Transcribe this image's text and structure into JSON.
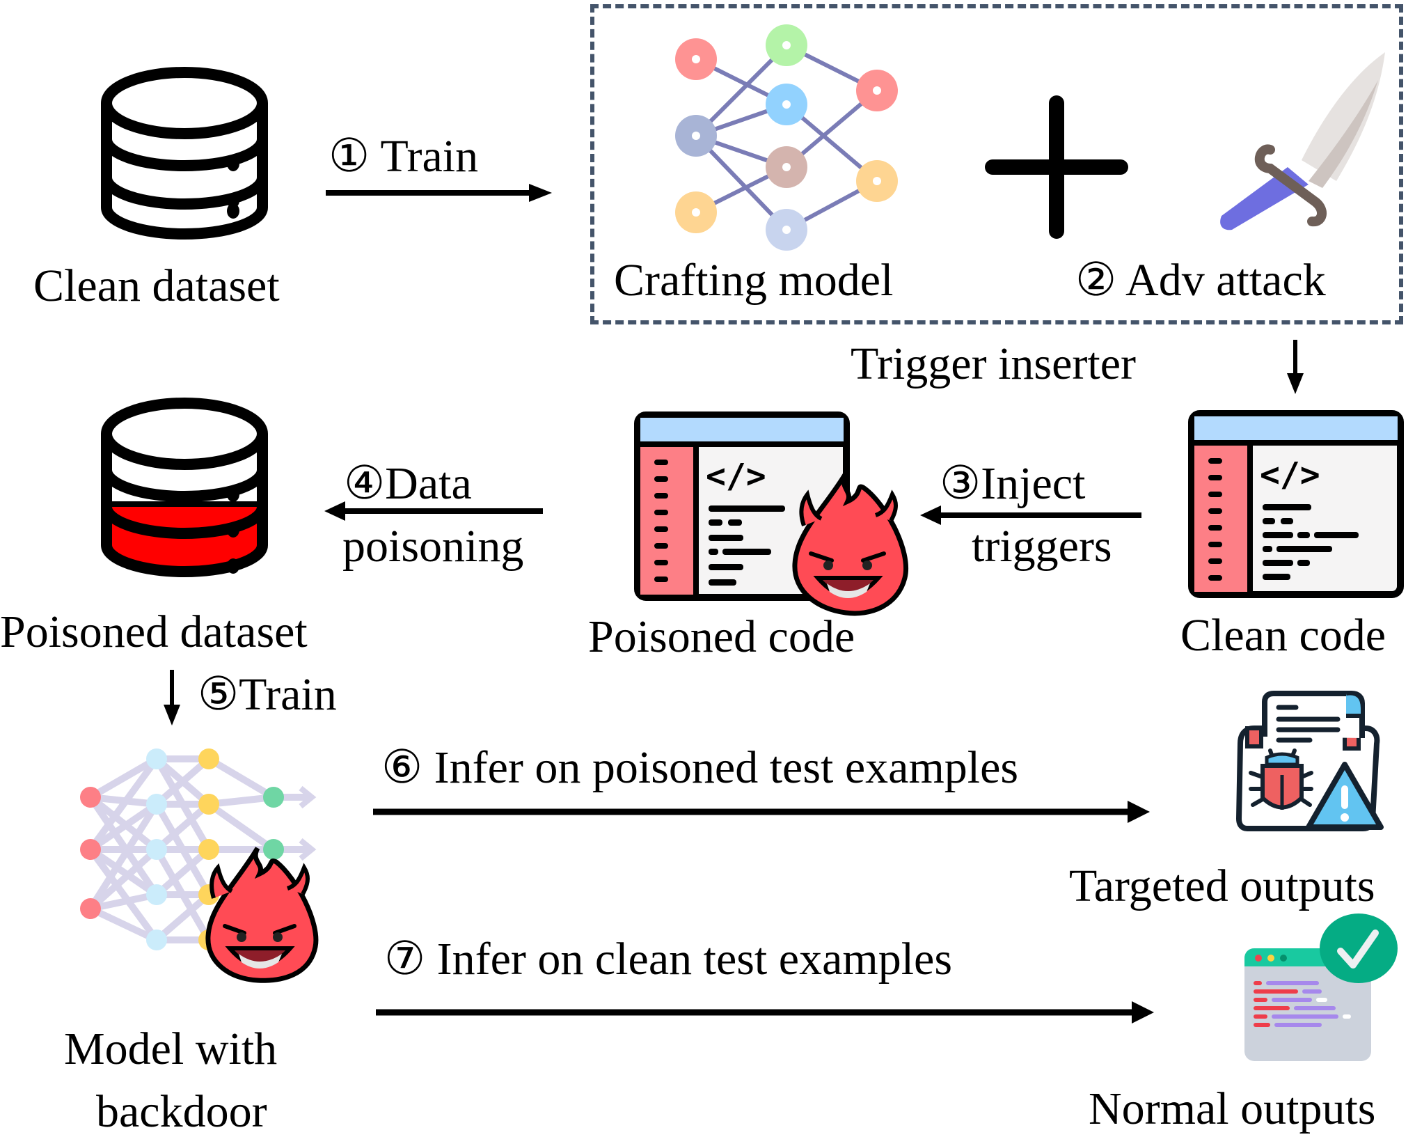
{
  "title": "Backdoor attack pipeline on code models",
  "colors": {
    "dash_border": "#44546a",
    "poison_red": "#ff0000",
    "devil_red": "#ff4b55",
    "code_header_blue": "#b3dafe",
    "code_gutter_red": "#fd7f86",
    "check_green": "#05ac84",
    "arrow": "#000000"
  },
  "nodes": {
    "clean_dataset": {
      "label": "Clean dataset",
      "icon": "database-icon"
    },
    "crafting_model": {
      "label": "Crafting model",
      "icon": "neural-network-icon"
    },
    "adv_attack": {
      "label": "② Adv attack",
      "icon": "sword-icon"
    },
    "trigger_inserter": {
      "label": "Trigger inserter"
    },
    "clean_code": {
      "label": "Clean code",
      "icon": "code-window-icon"
    },
    "poisoned_code": {
      "label": "Poisoned code",
      "icon": "code-window-devil-icon"
    },
    "poisoned_dataset": {
      "label": "Poisoned dataset",
      "icon": "database-poisoned-icon"
    },
    "backdoor_model": {
      "line1": "Model with",
      "line2": "backdoor",
      "icon": "neural-network-devil-icon"
    },
    "targeted_outputs": {
      "label": "Targeted outputs",
      "icon": "bug-warning-folder-icon"
    },
    "normal_outputs": {
      "label": "Normal outputs",
      "icon": "code-check-icon"
    }
  },
  "steps": {
    "s1": "① Train",
    "s3_line1": "③Inject",
    "s3_line2": "triggers",
    "s4_line1": "④Data",
    "s4_line2": "poisoning",
    "s5": "⑤Train",
    "s6": "⑥ Infer on poisoned test examples",
    "s7": "⑦ Infer on clean test examples"
  },
  "plus_symbol": "+"
}
